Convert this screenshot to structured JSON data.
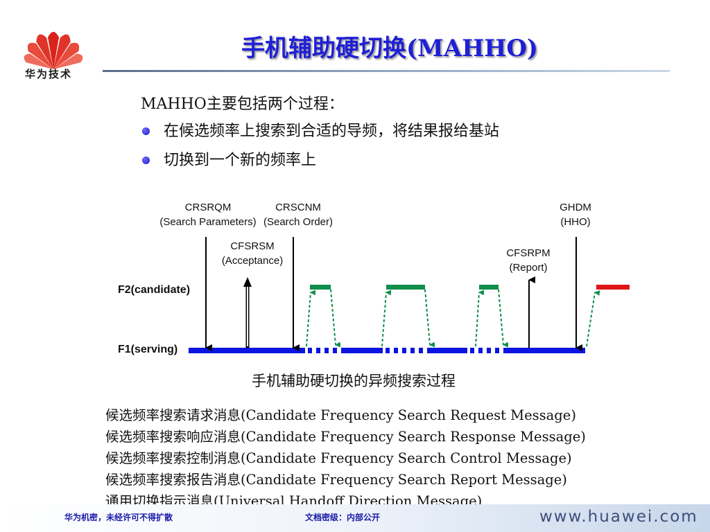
{
  "header": {
    "logo_text": "华为技术",
    "title": "手机辅助硬切换(MAHHO)"
  },
  "intro": "MAHHO主要包括两个过程：",
  "bullets": [
    "在候选频率上搜索到合适的导频，将结果报给基站",
    "切换到一个新的频率上"
  ],
  "diagram": {
    "caption": "手机辅助硬切换的异频搜索过程",
    "f2_label": "F2(candidate)",
    "f1_label": "F1(serving)",
    "messages": [
      {
        "code": "CRSRQM",
        "desc": "(Search Parameters)",
        "direction": "down"
      },
      {
        "code": "CFSRSM",
        "desc": "(Acceptance)",
        "direction": "up"
      },
      {
        "code": "CRSCNM",
        "desc": "(Search Order)",
        "direction": "down"
      },
      {
        "code": "CFSRPM",
        "desc": "(Report)",
        "direction": "up"
      },
      {
        "code": "GHDM",
        "desc": "(HHO)",
        "direction": "down"
      }
    ],
    "colors": {
      "serving": "#0b14e0",
      "candidate": "#0f8f4a",
      "new_frequency": "#e01515"
    }
  },
  "legend": [
    "候选频率搜索请求消息(Candidate Frequency Search Request Message)",
    "候选频率搜索响应消息(Candidate Frequency Search Response Message)",
    "候选频率搜索控制消息(Candidate Frequency Search Control Message)",
    "候选频率搜索报告消息(Candidate Frequency Search Report Message)",
    "通用切换指示消息(Universal Handoff Direction Message)"
  ],
  "footer": {
    "left": "华为机密，未经许可不得扩散",
    "mid": "文档密级：内部公开",
    "url": "www.huawei.com"
  }
}
